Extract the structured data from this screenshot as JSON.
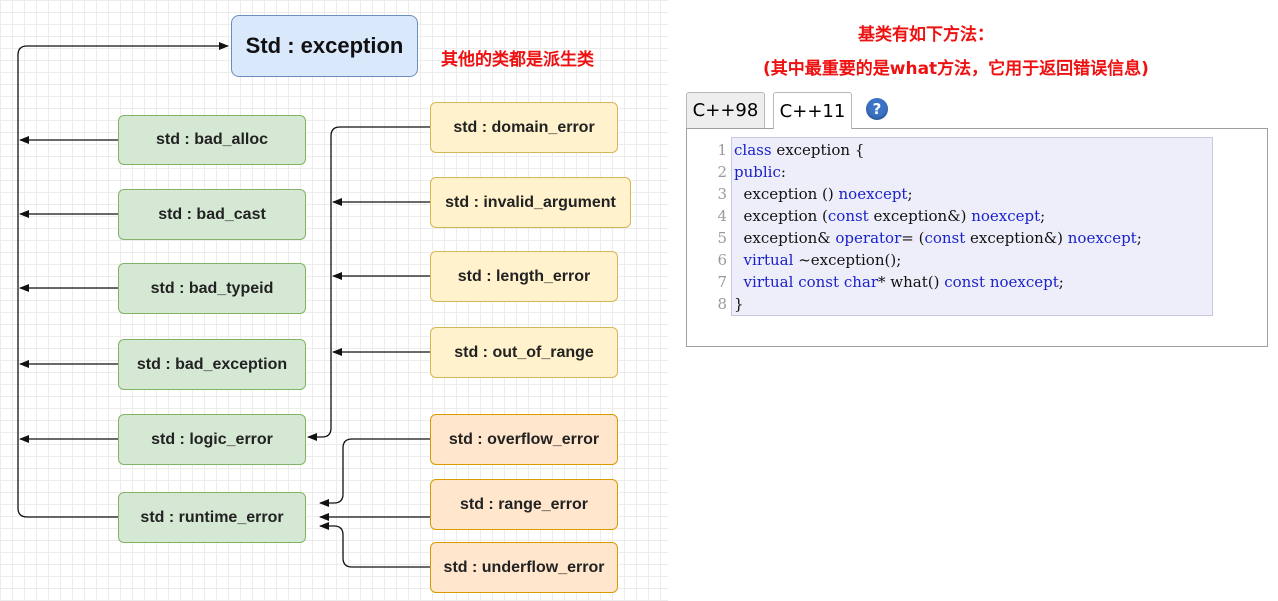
{
  "diagram": {
    "base_label": "基类",
    "base_class": "Std : exception",
    "derived_note": "其他的类都是派生类",
    "direct_children": [
      "std : bad_alloc",
      "std : bad_cast",
      "std : bad_typeid",
      "std : bad_exception",
      "std : logic_error",
      "std : runtime_error"
    ],
    "logic_error_children": [
      "std : domain_error",
      "std : invalid_argument",
      "std : length_error",
      "std : out_of_range"
    ],
    "runtime_error_children": [
      "std : overflow_error",
      "std : range_error",
      "std : underflow_error"
    ],
    "colors": {
      "base_fill": "#dae8fc",
      "direct_fill": "#d5e8d4",
      "logic_child_fill": "#fff2cc",
      "runtime_child_fill": "#ffe6cc",
      "annotation": "#ee1111"
    }
  },
  "panel": {
    "heading_line1": "基类有如下方法：",
    "heading_line2": "(其中最重要的是what方法，它用于返回错误信息)",
    "tabs": [
      {
        "label": "C++98",
        "active": false
      },
      {
        "label": "C++11",
        "active": true
      }
    ],
    "help_icon": "help-icon",
    "help_glyph": "?",
    "code": {
      "line_numbers": [
        "1",
        "2",
        "3",
        "4",
        "5",
        "6",
        "7",
        "8"
      ],
      "lines": [
        [
          {
            "t": "class",
            "k": true
          },
          {
            "t": " exception {",
            "k": false
          }
        ],
        [
          {
            "t": "public",
            "k": true
          },
          {
            "t": ":",
            "k": false
          }
        ],
        [
          {
            "t": "  exception () ",
            "k": false
          },
          {
            "t": "noexcept",
            "k": true
          },
          {
            "t": ";",
            "k": false
          }
        ],
        [
          {
            "t": "  exception (",
            "k": false
          },
          {
            "t": "const",
            "k": true
          },
          {
            "t": " exception&) ",
            "k": false
          },
          {
            "t": "noexcept",
            "k": true
          },
          {
            "t": ";",
            "k": false
          }
        ],
        [
          {
            "t": "  exception& ",
            "k": false
          },
          {
            "t": "operator",
            "k": true
          },
          {
            "t": "= (",
            "k": false
          },
          {
            "t": "const",
            "k": true
          },
          {
            "t": " exception&) ",
            "k": false
          },
          {
            "t": "noexcept",
            "k": true
          },
          {
            "t": ";",
            "k": false
          }
        ],
        [
          {
            "t": "  ",
            "k": false
          },
          {
            "t": "virtual",
            "k": true
          },
          {
            "t": " ~exception();",
            "k": false
          }
        ],
        [
          {
            "t": "  ",
            "k": false
          },
          {
            "t": "virtual",
            "k": true
          },
          {
            "t": " ",
            "k": false
          },
          {
            "t": "const",
            "k": true
          },
          {
            "t": " ",
            "k": false
          },
          {
            "t": "char",
            "k": true
          },
          {
            "t": "* what() ",
            "k": false
          },
          {
            "t": "const",
            "k": true
          },
          {
            "t": " ",
            "k": false
          },
          {
            "t": "noexcept",
            "k": true
          },
          {
            "t": ";",
            "k": false
          }
        ],
        [
          {
            "t": "}",
            "k": false
          }
        ]
      ]
    }
  }
}
